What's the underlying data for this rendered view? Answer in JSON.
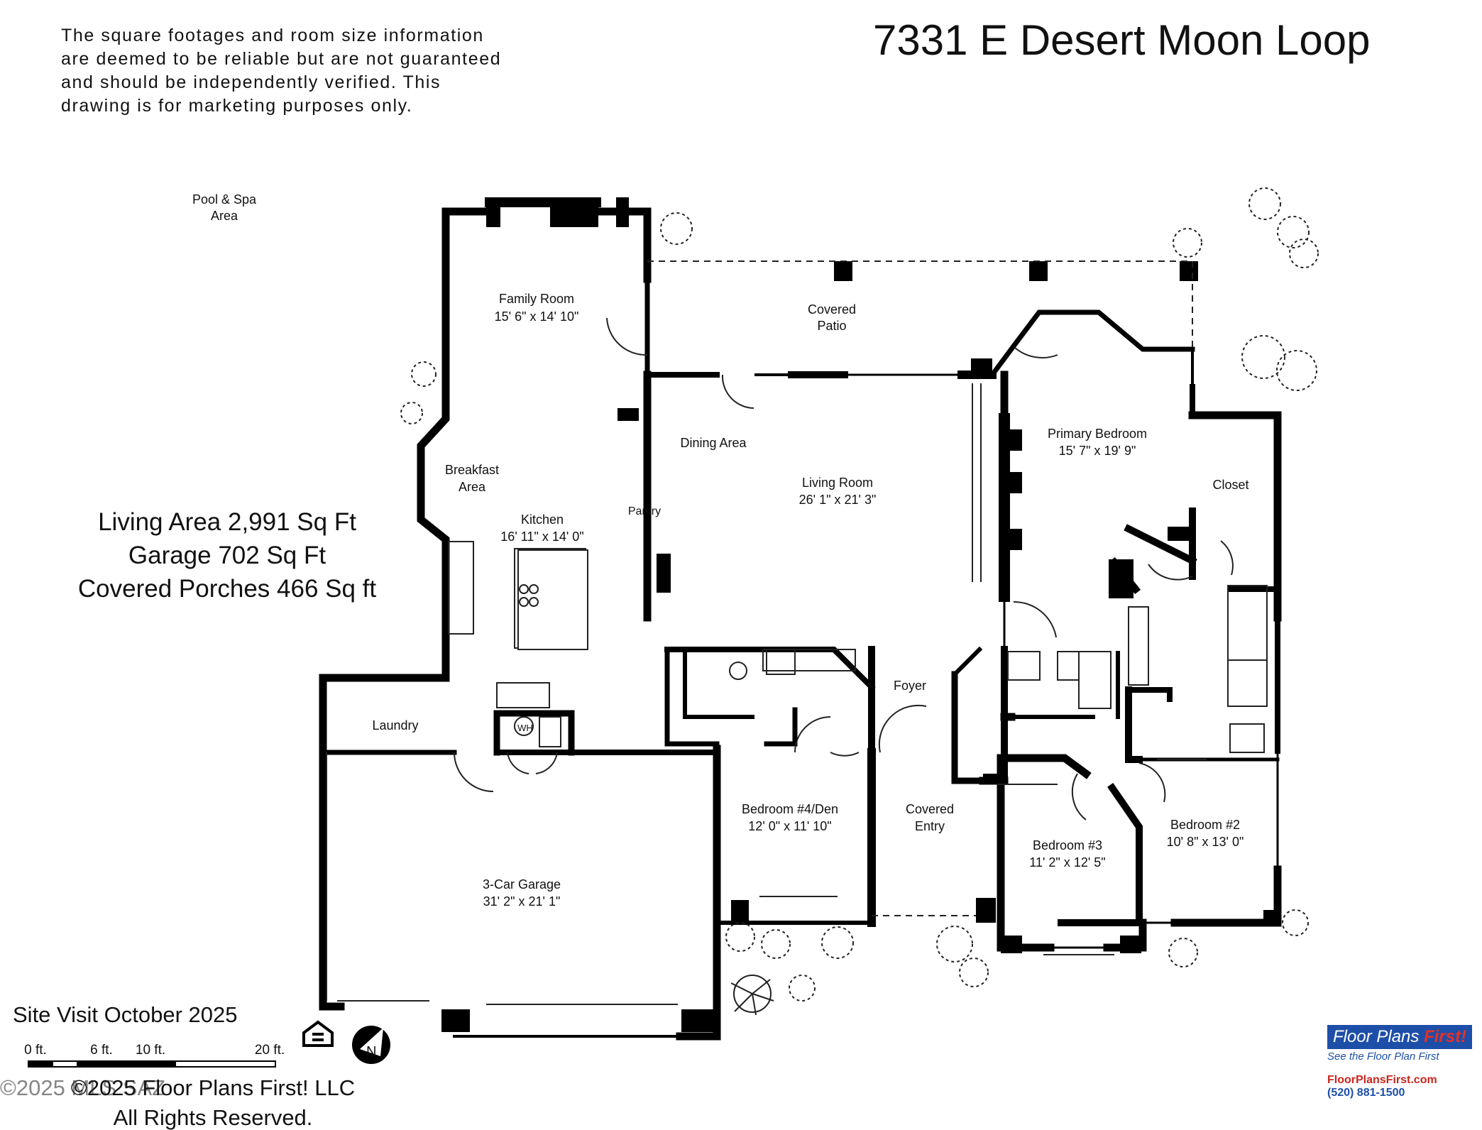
{
  "address": "7331 E Desert Moon Loop",
  "disclaimer": [
    "The square footages and room size information",
    "are deemed to be reliable but are not guaranteed",
    "and should be independently verified. This",
    "drawing is for marketing purposes only."
  ],
  "areas": {
    "living": "Living Area 2,991 Sq Ft",
    "garage": "Garage 702 Sq Ft",
    "porches": "Covered Porches 466 Sq ft"
  },
  "rooms": {
    "pool": {
      "name": "Pool & Spa",
      "name2": "Area"
    },
    "family": {
      "name": "Family Room",
      "size": "15' 6\" x 14' 10\""
    },
    "patio": {
      "name": "Covered",
      "name2": "Patio"
    },
    "dining": {
      "name": "Dining Area"
    },
    "breakfast": {
      "name": "Breakfast",
      "name2": "Area"
    },
    "kitchen": {
      "name": "Kitchen",
      "size": "16' 11\" x 14' 0\""
    },
    "pantry": {
      "name": "Pantry"
    },
    "living": {
      "name": "Living Room",
      "size": "26' 1\" x 21' 3\""
    },
    "primary": {
      "name": "Primary Bedroom",
      "size": "15' 7\" x 19' 9\""
    },
    "closet": {
      "name": "Closet"
    },
    "laundry": {
      "name": "Laundry"
    },
    "wh": {
      "name": "WH"
    },
    "foyer": {
      "name": "Foyer"
    },
    "bed4": {
      "name": "Bedroom #4/Den",
      "size": "12' 0\" x 11' 10\""
    },
    "entry": {
      "name": "Covered",
      "name2": "Entry"
    },
    "bed3": {
      "name": "Bedroom #3",
      "size": "11' 2\" x 12' 5\""
    },
    "bed2": {
      "name": "Bedroom #2",
      "size": "10' 8\" x 13' 0\""
    },
    "garage3": {
      "name": "3-Car Garage",
      "size": "31' 2\" x 21' 1\""
    }
  },
  "site_visit": "Site Visit October 2025",
  "scale": {
    "t0": "0 ft.",
    "t6": "6 ft.",
    "t10": "10 ft.",
    "t20": "20 ft."
  },
  "copyright": {
    "line1": "©2025 Floor Plans First! LLC",
    "line2": "All Rights Reserved.",
    "overlay": "©2025 MLS SAZ"
  },
  "equal_housing": "EQUAL HOUSING OPPORTUNITY",
  "compass": "N",
  "brand": {
    "logo_a": "Floor Plans ",
    "logo_b": "First!",
    "tagline": "See the Floor Plan First",
    "url": "FloorPlansFirst.com",
    "phone": "(520) 881-1500"
  },
  "colors": {
    "wall": "#000000",
    "line": "#222222",
    "brand_blue": "#1e4fa8",
    "brand_red": "#c9261d"
  }
}
